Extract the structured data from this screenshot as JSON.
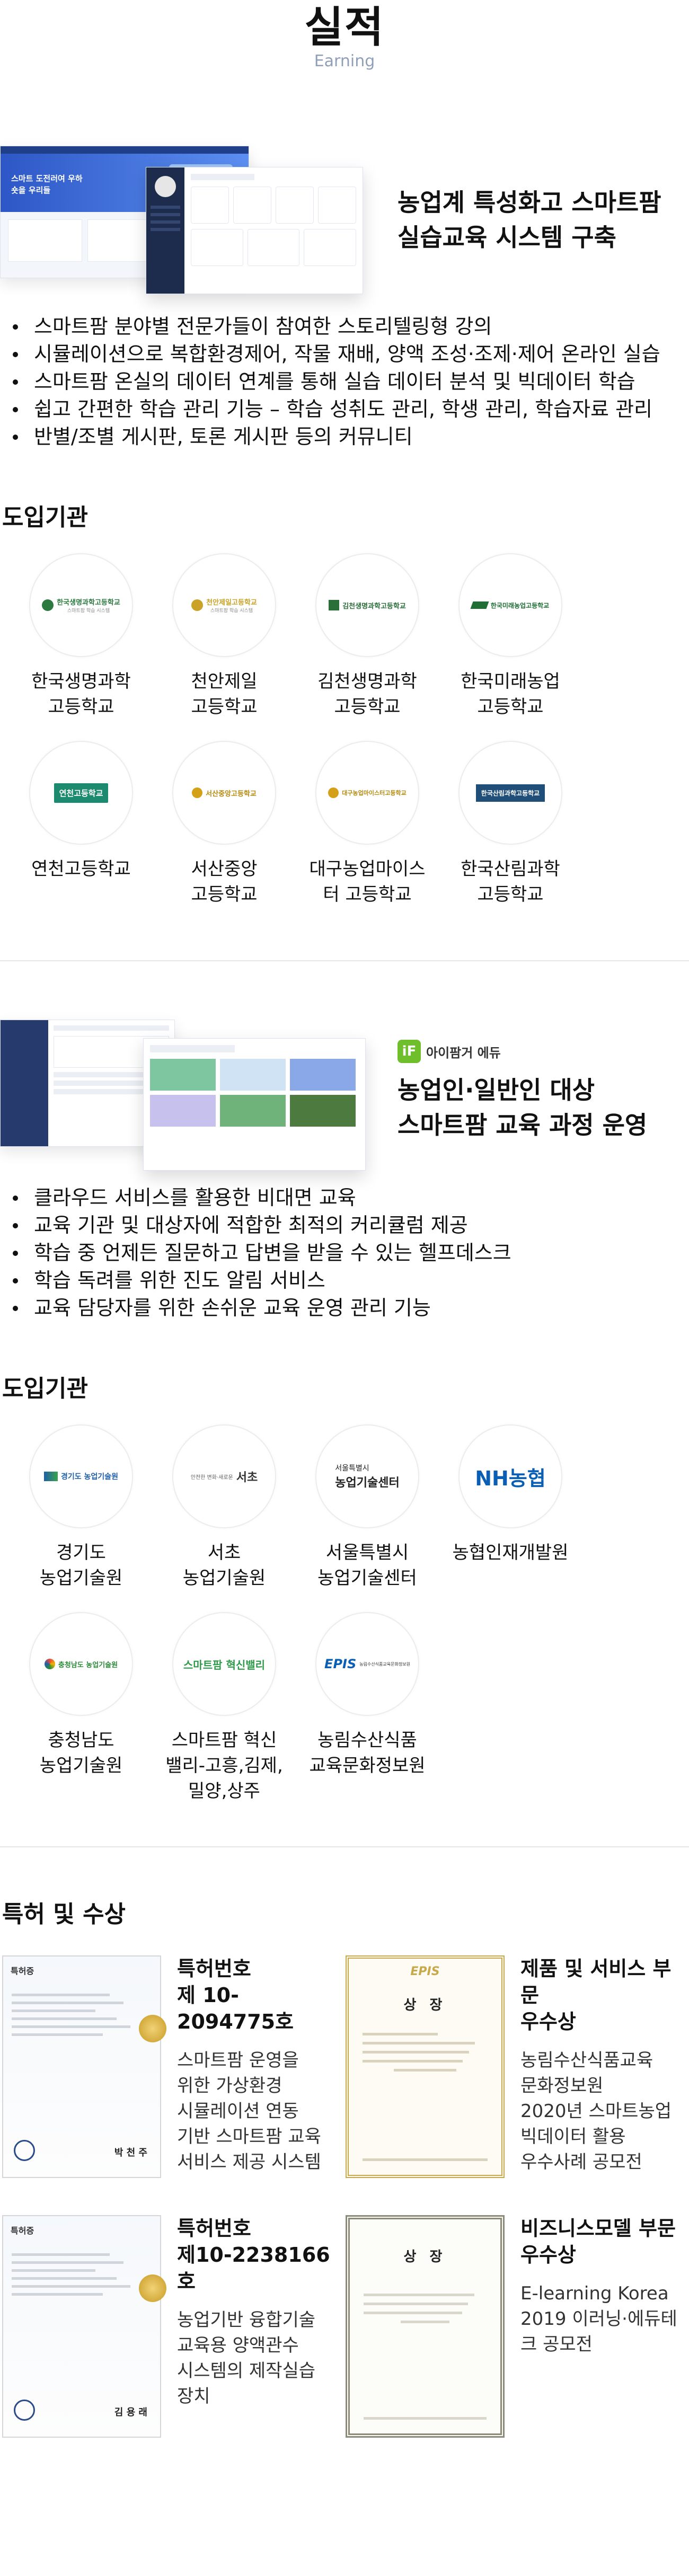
{
  "header": {
    "title": "실적",
    "subtitle": "Earning"
  },
  "project1": {
    "title_line1": "농업계 특성화고 스마트팜",
    "title_line2": "실습교육 시스템 구축",
    "screenshot_banner": "스마트 도전러여 우하 숏을 우리들",
    "bullets": [
      "스마트팜 분야별 전문가들이 참여한 스토리텔링형 강의",
      "시뮬레이션으로 복합환경제어, 작물 재배, 양액 조성·조제·제어 온라인 실습",
      "스마트팜 온실의 데이터 연계를 통해 실습 데이터 분석 및 빅데이터 학습",
      "쉽고 간편한 학습 관리 기능 – 학습 성취도 관리, 학생 관리, 학습자료 관리",
      "반별/조별 게시판, 토론 게시판 등의 커뮤니티"
    ]
  },
  "institutions1": {
    "title": "도입기관",
    "items": [
      {
        "name1": "한국생명과학",
        "name2": "고등학교",
        "logo": "한국생명과학고등학교",
        "logo_sub": "스마트팜 학습 시스템",
        "color": "#2c7a3f"
      },
      {
        "name1": "천안제일",
        "name2": "고등학교",
        "logo": "천안제일고등학교",
        "logo_sub": "스마트팜 학습 시스템",
        "color": "#c9a227"
      },
      {
        "name1": "김천생명과학",
        "name2": "고등학교",
        "logo": "김천생명과학고등학교",
        "logo_sub": "",
        "color": "#2a6e3a"
      },
      {
        "name1": "한국미래농업",
        "name2": "고등학교",
        "logo": "한국미래농업고등학교",
        "logo_sub": "",
        "color": "#1f6e35"
      },
      {
        "name1": "연천고등학교",
        "name2": "",
        "logo": "연천고등학교",
        "logo_sub": "",
        "color": "#1c8a6e"
      },
      {
        "name1": "서산중앙",
        "name2": "고등학교",
        "logo": "서산중앙고등학교",
        "logo_sub": "",
        "color": "#d4a017"
      },
      {
        "name1": "대구농업마이스",
        "name2": "터 고등학교",
        "logo": "대구농업마이스터고등학교",
        "logo_sub": "",
        "color": "#d4a017"
      },
      {
        "name1": "한국산림과학",
        "name2": "고등학교",
        "logo": "한국산림과학고등학교",
        "logo_sub": "",
        "color": "#1f4e79"
      }
    ]
  },
  "project2": {
    "badge": "아이팜거 에듀",
    "badge_icon": "iF",
    "title_line1": "농업인·일반인 대상",
    "title_line2": "스마트팜 교육 과정 운영",
    "bullets": [
      "클라우드 서비스를 활용한 비대면 교육",
      "교육 기관 및 대상자에 적합한 최적의 커리큘럼 제공",
      "학습 중 언제든 질문하고 답변을 받을 수 있는 헬프데스크",
      "학습 독려를 위한 진도 알림 서비스",
      "교육 담당자를 위한 손쉬운 교육 운영 관리 기능"
    ]
  },
  "institutions2": {
    "title": "도입기관",
    "items": [
      {
        "name1": "경기도",
        "name2": "농업기술원",
        "logo": "경기도 농업기술원",
        "color": "#1f5fa8"
      },
      {
        "name1": "서초",
        "name2": "농업기술원",
        "logo": "서초",
        "logo_pre": "안전한 변화·새로운",
        "color": "#333333"
      },
      {
        "name1": "서울특별시",
        "name2": "농업기술센터",
        "logo": "농업기술센터",
        "logo_pre": "서울특별시",
        "color": "#222222"
      },
      {
        "name1": "농협인재개발원",
        "name2": "",
        "logo": "NH농협",
        "color": "#0a5fb4"
      },
      {
        "name1": "충청남도",
        "name2": "농업기술원",
        "logo": "충청남도 농업기술원",
        "color": "#2e8b3a"
      },
      {
        "name1": "스마트팜 혁신",
        "name2": "밸리-고흥,김제,",
        "name3": "밀양,상주",
        "logo": "스마트팜 혁신밸리",
        "color": "#2e9a4a"
      },
      {
        "name1": "농림수산식품",
        "name2": "교육문화정보원",
        "logo": "EPIS",
        "logo_sub": "농림수산식품교육문화정보원",
        "color": "#0a5fb4"
      }
    ]
  },
  "awards": {
    "title": "특허 및 수상",
    "items": [
      {
        "t1a": "특허번호",
        "t1b": "제 10-2094775호",
        "desc": [
          "스마트팜 운영을",
          "위한 가상환경",
          "시뮬레이션 연동",
          "기반 스마트팜 교육",
          "서비스 제공 시스템"
        ],
        "cert_title": "특허증",
        "cert_sign": "박 천 주"
      },
      {
        "t1a": "제품 및 서비스 부문",
        "t1b": "우수상",
        "desc": [
          "농림수산식품교육",
          "문화정보원",
          "2020년 스마트농업",
          "빅데이터 활용",
          "우수사례 공모전"
        ],
        "cert_title": "상 장",
        "cert_head": "EPIS"
      },
      {
        "t1a": "특허번호",
        "t1b": "제10-2238166호",
        "desc": [
          "농업기반 융합기술",
          "교육용 양액관수",
          "시스템의 제작실습",
          "장치"
        ],
        "cert_title": "특허증",
        "cert_sign": "김 용 래"
      },
      {
        "t1a": "비즈니스모델 부문",
        "t1b": "우수상",
        "desc": [
          "E-learning Korea",
          "2019 이러닝·에듀테",
          "크 공모전"
        ],
        "cert_title": "상 장"
      }
    ]
  }
}
